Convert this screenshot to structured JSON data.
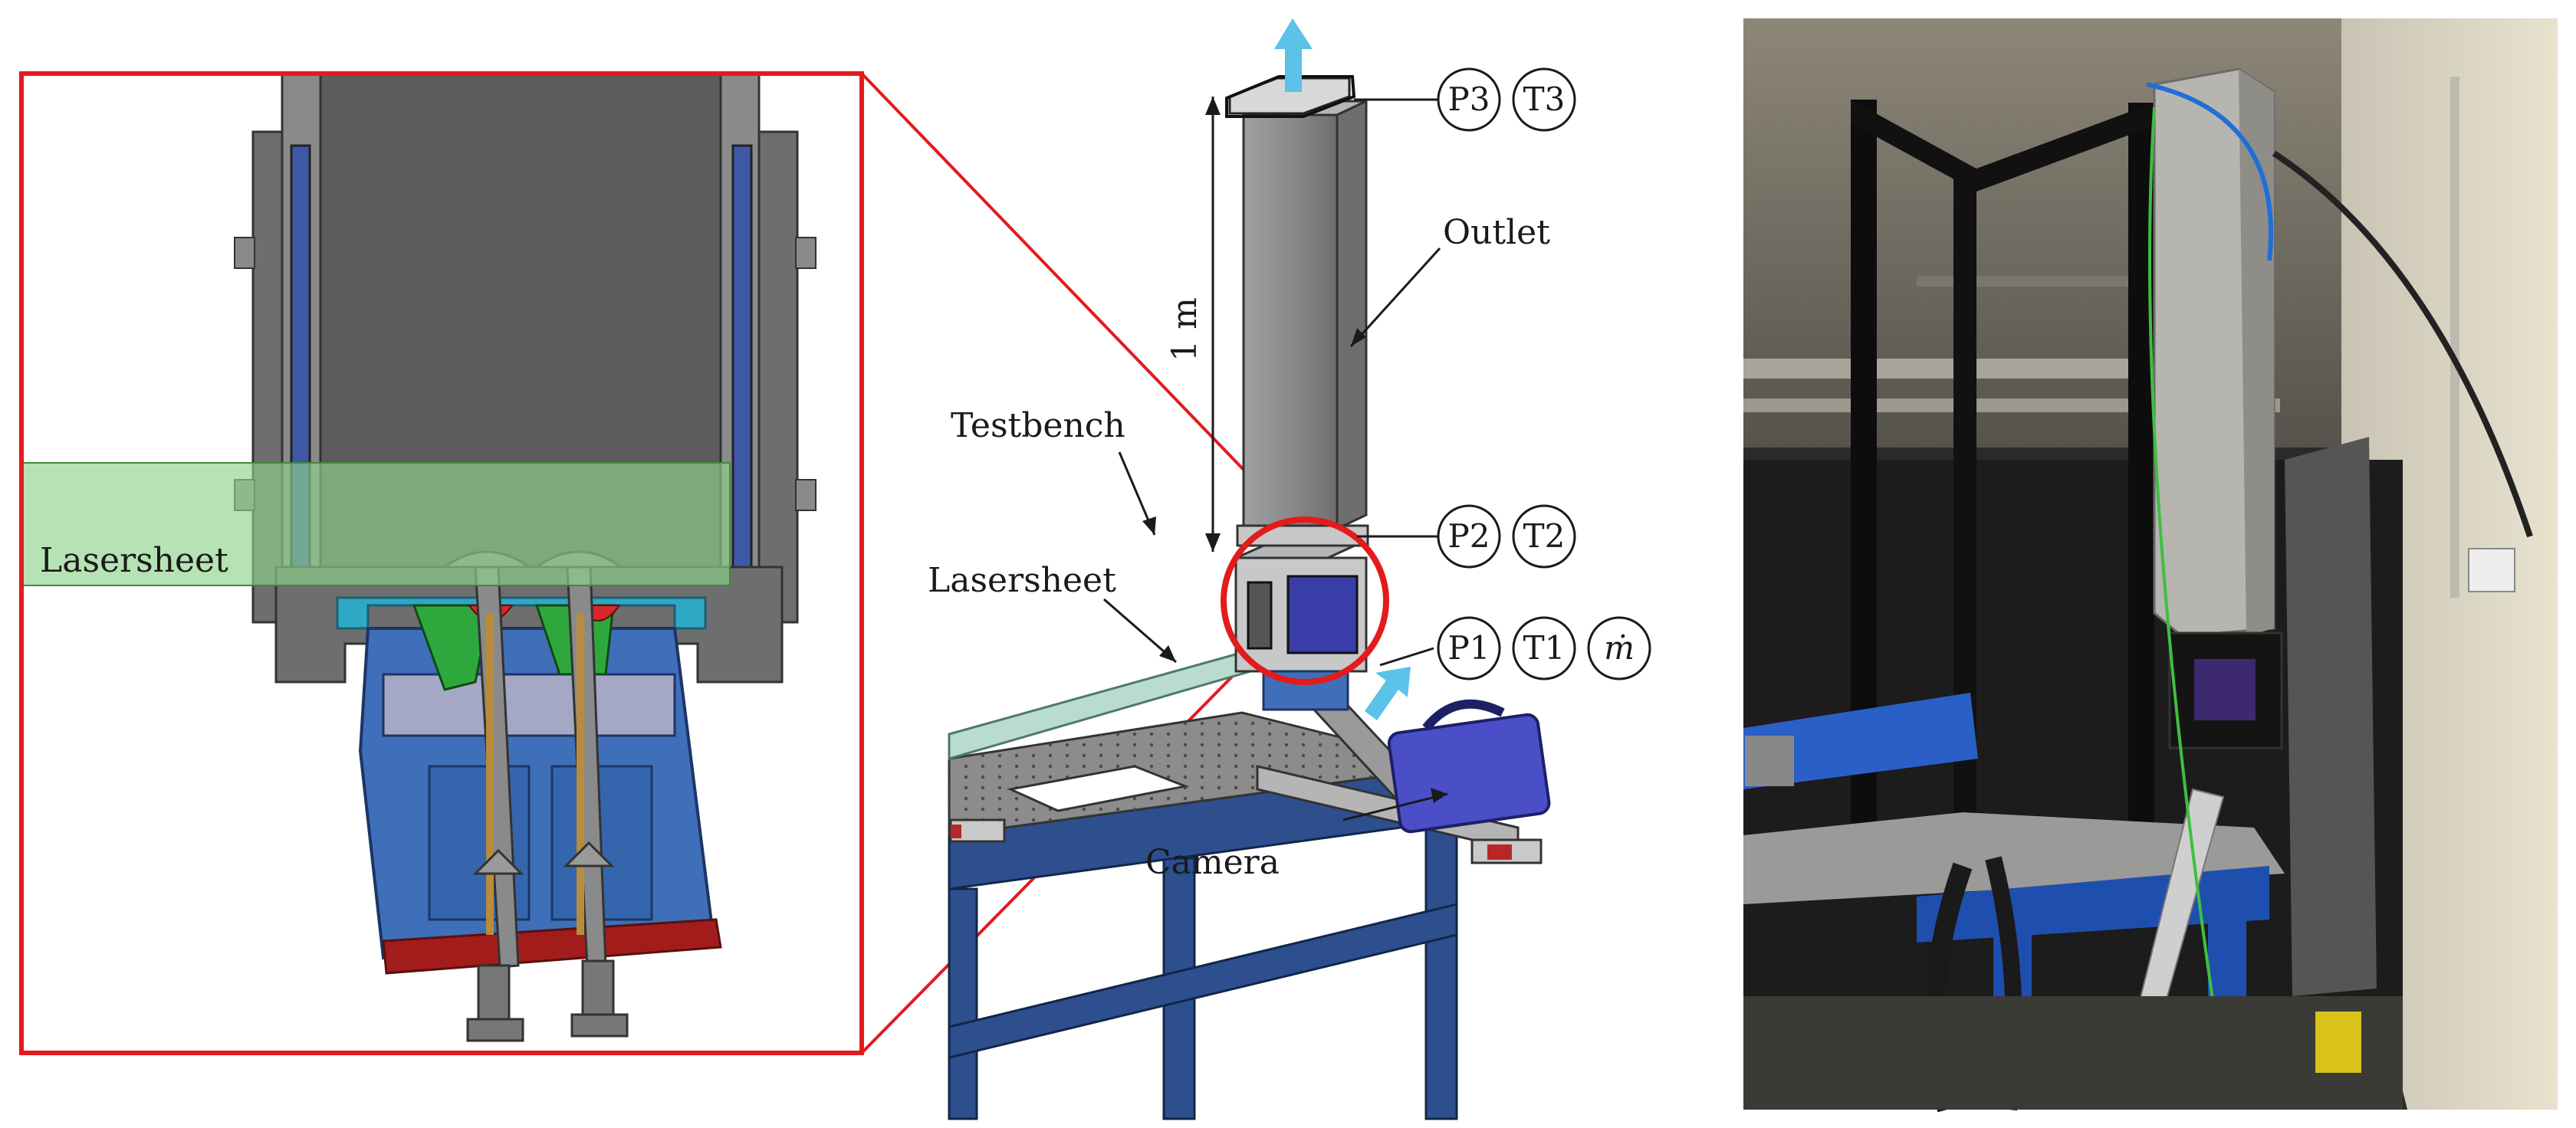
{
  "labels": {
    "lasersheet_inset": "Lasersheet",
    "lasersheet": "Lasersheet",
    "testbench": "Testbench",
    "outlet": "Outlet",
    "length": "1 m",
    "camera": "Camera"
  },
  "sensors": {
    "top": [
      "P3",
      "T3"
    ],
    "middle": [
      "P2",
      "T2"
    ],
    "bottom": [
      "P1",
      "T1",
      "ṁ"
    ]
  },
  "colors": {
    "highlight": "#e31b1b",
    "flow_arrow": "#5bc2e8",
    "laser": "#8fd48a",
    "duct": "#8c8c8c",
    "combustor_blue": "#3f6fb8",
    "table_frame": "#2d4f8e",
    "camera": "#4a4fc8"
  }
}
